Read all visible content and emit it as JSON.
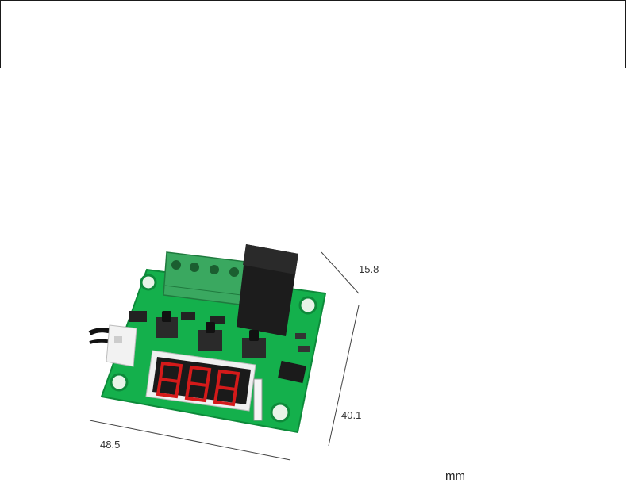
{
  "dimensions": {
    "depth": "15.8",
    "height": "40.1",
    "width": "48.5",
    "unit": "mm"
  },
  "colors": {
    "pcb": "#14b04c",
    "pcb_dark": "#0d8a3a",
    "terminal": "#3aa860",
    "relay": "#1c1c1c",
    "display_digit": "#d41a1a",
    "frame": "#1a1a1a"
  },
  "display": {
    "digits": "888"
  }
}
